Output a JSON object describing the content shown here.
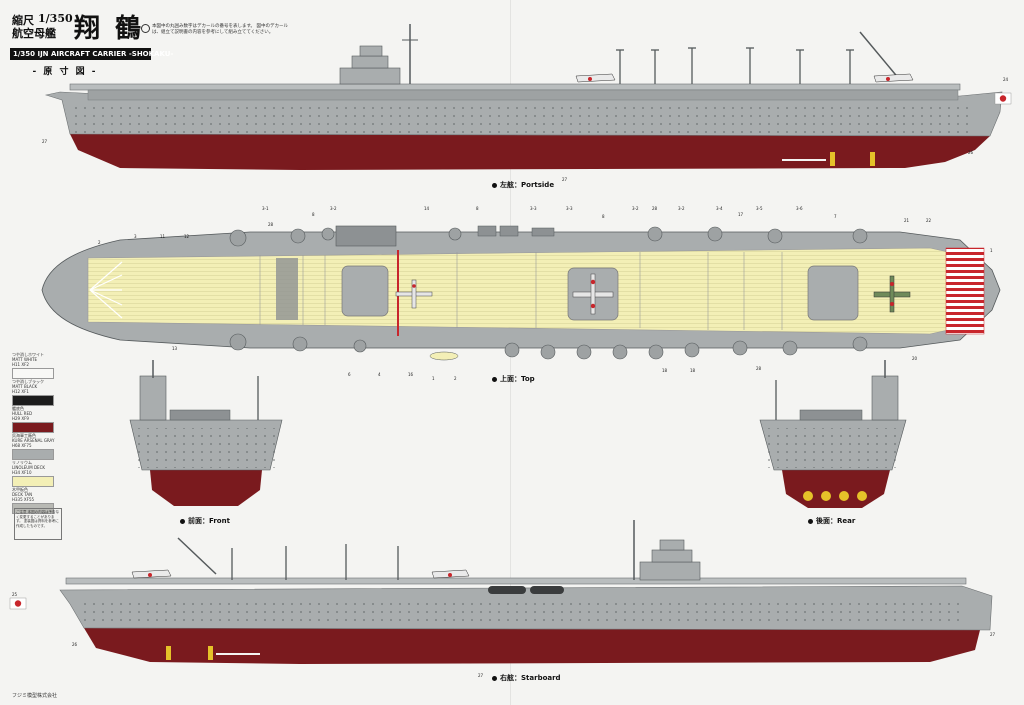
{
  "header": {
    "scale_label": "縮尺",
    "scale_value": "1/350",
    "ship_type_jp": "航空母艦",
    "ship_name_jp": "翔 鶴",
    "subtitle": "1/350 IJN AIRCRAFT CARRIER -SHOKAKU-",
    "drawing_label": "- 原 寸 図 -",
    "note": "本図中の丸囲み数字はデカールの番号を表します。 図中のデカールは、組立て説明書の内容を参考にして組み立ててください。"
  },
  "views": {
    "portside": "左舷：Portside",
    "top": "上面：Top",
    "front": "前面：Front",
    "rear": "後面：Rear",
    "starboard": "右舷：Starboard"
  },
  "legend": [
    {
      "label": "つや消しホワイト",
      "name": "MATT WHITE",
      "code": "H11 XF2",
      "color": "#f8f8f6"
    },
    {
      "label": "つや消しブラック",
      "name": "MATT BLACK",
      "code": "H12 XF1",
      "color": "#1c1c1c"
    },
    {
      "label": "艦底色",
      "name": "HULL RED",
      "code": "H29 XF9",
      "color": "#7a1a1e"
    },
    {
      "label": "呉海軍工廠色",
      "name": "KURE ARSENAL GRAY",
      "code": "H68 XF75",
      "color": "#a9adae"
    },
    {
      "label": "リノリウム",
      "name": "LINOLEUM DECK",
      "code": "H34 XF10",
      "color": "#f3efb6"
    },
    {
      "label": "木甲板色",
      "name": "DECK TAN",
      "code": "H335 XF55",
      "color": "#b8b9b4"
    }
  ],
  "caution": "ご注意 本図の内容は予告なく変更することがあります。 塗装図は資料を参考に作成したものです。",
  "publisher": "フジミ模型株式会社",
  "callouts": {
    "portside_hull": "27",
    "portside_prop": "26",
    "portside_flag": "24",
    "top_left": [
      "3-1",
      "28",
      "8",
      "3-2",
      "14",
      "8",
      "3-3",
      "3-3",
      "8",
      "3-2",
      "28",
      "3-2",
      "3-4",
      "17",
      "3-5",
      "3-6",
      "7",
      "21",
      "22"
    ],
    "top_bottom": [
      "6",
      "4",
      "16",
      "1",
      "2",
      "18",
      "18",
      "28",
      "20"
    ],
    "top_side": [
      "2",
      "3",
      "11",
      "12",
      "1",
      "13"
    ],
    "portside_bottom": "27",
    "starboard_flag": "25",
    "starboard_hull": "27",
    "starboard_prop": "26",
    "starboard_bottom": "27"
  },
  "colors": {
    "hull_gray": "#a9adae",
    "hull_red": "#7a1a1e",
    "deck_linoleum": "#f3efb6",
    "deck_line": "#d9d49a",
    "detail_dark": "#555a5c"
  }
}
